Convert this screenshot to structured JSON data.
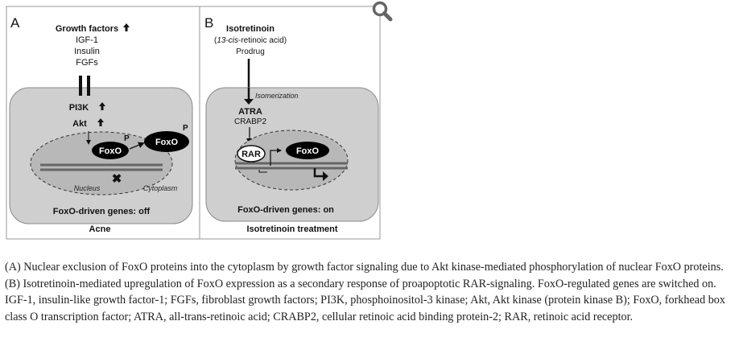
{
  "panel_a": {
    "letter": "A",
    "growth_factors": "Growth factors",
    "igf1": "IGF-1",
    "insulin": "Insulin",
    "fgfs": "FGFs",
    "pi3k": "PI3K",
    "akt": "Akt",
    "phos1": "P",
    "foxo_nuclear": "FoxO",
    "foxo_cyto": "FoxO",
    "phos2": "P",
    "nucleus": "Nucleus",
    "cytoplasm": "Cytoplasm",
    "genes": "FoxO-driven genes: off",
    "footer": "Acne"
  },
  "panel_b": {
    "letter": "B",
    "drug": "Isotretinoin",
    "alt_name_italic": "13-cis",
    "alt_name_rest": "-retinoic acid)",
    "prodrug": "Prodrug",
    "isomerization": "Isomerization",
    "atra": "ATRA",
    "crabp2": "CRABP2",
    "rar": "RAR",
    "foxo": "FoxO",
    "genes": "FoxO-driven genes: on",
    "footer": "Isotretinoin treatment"
  },
  "icons": {
    "zoom": "magnifier-icon"
  },
  "caption": "(A) Nuclear exclusion of FoxO proteins into the cytoplasm by growth factor signaling due to Akt kinase-mediated phosphorylation of nuclear FoxO proteins. (B) Isotretinoin-mediated upregulation of FoxO expression as a secondary response of proapoptotic RAR-signaling. FoxO-regulated genes are switched on. IGF-1, insulin-like growth factor-1; FGFs, fibroblast growth factors; PI3K, phosphoinositol-3 kinase; Akt, Akt kinase (protein kinase B); FoxO, forkhead box class O transcription factor; ATRA, all-trans-retinoic acid; CRABP2, cellular retinoic acid binding protein-2; RAR, retinoic acid receptor."
}
